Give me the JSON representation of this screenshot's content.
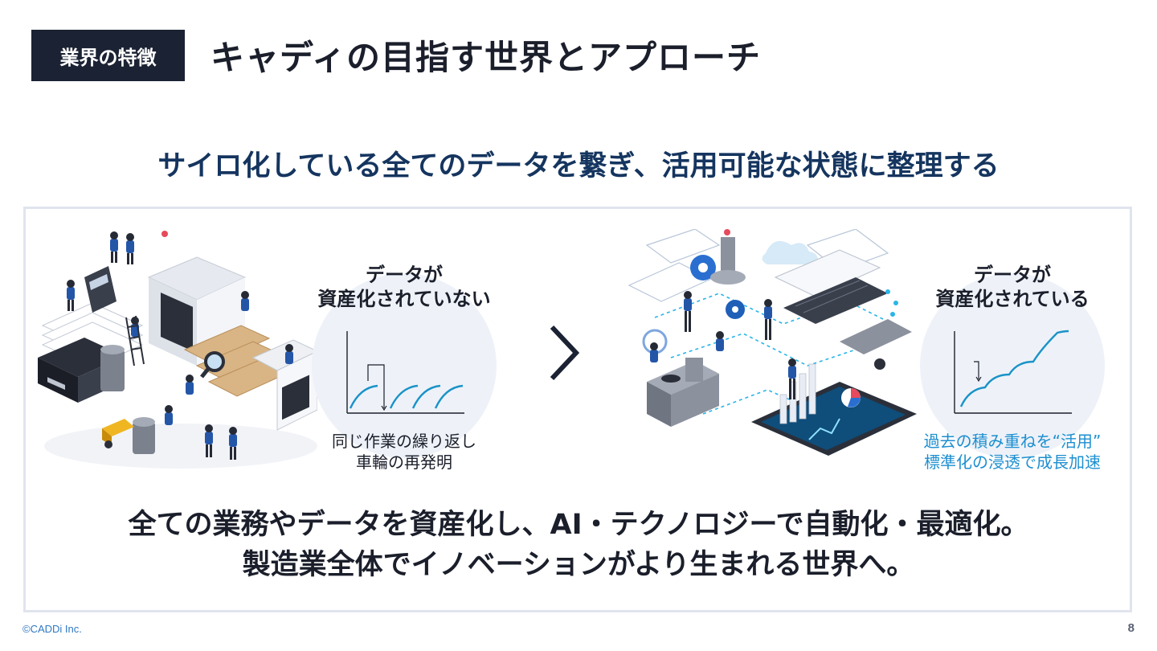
{
  "header": {
    "tag": "業界の特徴",
    "title": "キャディの目指す世界とアプローチ"
  },
  "subtitle": "サイロ化している全てのデータを繋ぎ、活用可能な状態に整理する",
  "left_panel": {
    "heading_line1": "データが",
    "heading_line2": "資産化されていない",
    "caption_line1": "同じ作業の繰り返し",
    "caption_line2": "車輪の再発明"
  },
  "right_panel": {
    "heading_line1": "データが",
    "heading_line2": "資産化されている",
    "caption_line1": "過去の積み重ねを“活用”",
    "caption_line2": "標準化の浸透で成長加速"
  },
  "bottom": {
    "line1": "全ての業務やデータを資産化し、AI・テクノロジーで自動化・最適化。",
    "line2": "製造業全体でイノベーションがより生まれる世界へ。"
  },
  "footer": {
    "copyright": "©CADDi Inc.",
    "page_number": "8"
  },
  "colors": {
    "navy": "#1b2233",
    "subtitle_blue": "#15355f",
    "highlight_yellow": "#fbf7a6",
    "accent_cyan": "#1a93c8",
    "caption_blue": "#1d8fd0"
  }
}
